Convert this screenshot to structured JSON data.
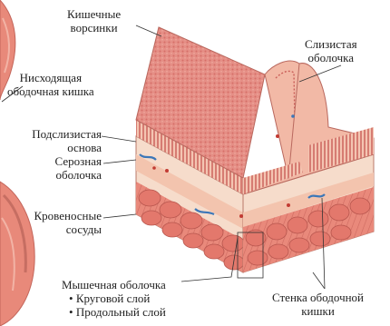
{
  "labels": {
    "villi": [
      "Кишечные",
      "ворсинки"
    ],
    "mucosa": [
      "Слизистая",
      "оболочка"
    ],
    "descending_colon": [
      "Нисходящая",
      "ободочная кишка"
    ],
    "submucosa": [
      "Подслизистая",
      "основа"
    ],
    "serosa": [
      "Серозная",
      "оболочка"
    ],
    "blood_vessels": [
      "Кровеносные",
      "сосуды"
    ],
    "muscular": {
      "title": "Мышечная оболочка",
      "items": [
        "Круговой слой",
        "Продольный слой"
      ]
    },
    "colon_wall": [
      "Стенка ободочной",
      "кишки"
    ]
  },
  "colors": {
    "mucosa_top": "#e58f86",
    "villus_wall": "#f2b9a6",
    "submucosa": "#f6dccb",
    "muscle": "#e88a7c",
    "muscle_dark": "#c85e55",
    "vein_blue": "#3c77b8",
    "artery_red": "#c23b33",
    "colon_exterior": "#e8897a"
  }
}
